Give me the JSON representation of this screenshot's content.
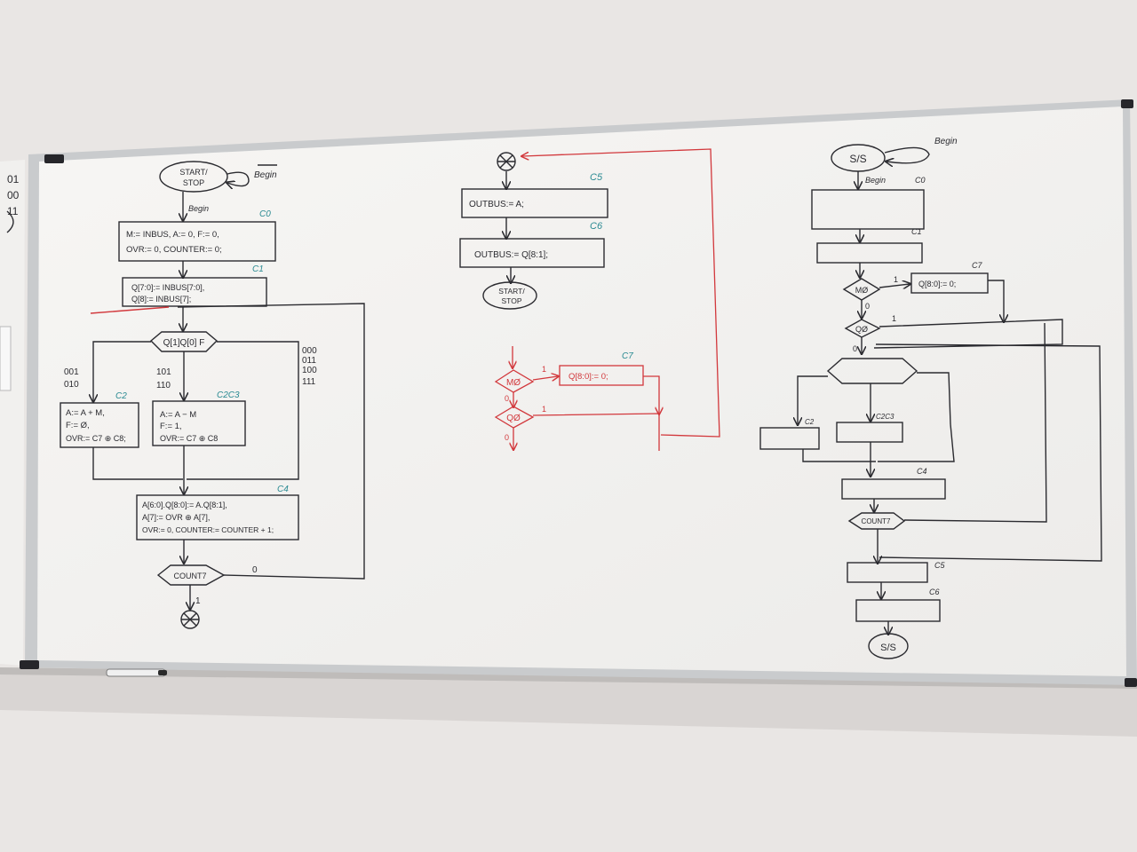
{
  "colors": {
    "ink": "#2b2b30",
    "red_ink": "#d2383c",
    "teal_ink": "#2a8a92",
    "board": "#f4f3f1",
    "wall": "#e9e6e4",
    "frame": "#c9cbcd"
  },
  "left_board_fragment": {
    "lines": [
      "01",
      "00",
      "11"
    ]
  },
  "left_flowchart": {
    "start": {
      "line1": "START/",
      "line2": "STOP"
    },
    "begin_label": "Begin",
    "begin_arrow_label": "Begin",
    "c0": {
      "tag": "C0",
      "line1": "M:= INBUS, A:= 0, F:= 0,",
      "line2": "OVR:= 0, COUNTER:= 0;"
    },
    "c1": {
      "tag": "C1",
      "line1": "Q[7:0]:= INBUS[7:0],",
      "line2": "Q[8]:= INBUS[7];"
    },
    "decision": "Q[1]Q[0] F",
    "codes_left": [
      "001",
      "010"
    ],
    "codes_mid": [
      "101",
      "110"
    ],
    "codes_right": [
      "000",
      "011",
      "100",
      "111"
    ],
    "c2": {
      "tag": "C2",
      "line1": "A:= A + M,",
      "line2": "F:= Ø,",
      "line3": "OVR:= C7 ⊕ C8;"
    },
    "c2c3": {
      "tag": "C2C3",
      "line1": "A:= A − M",
      "line2": "F:= 1,",
      "line3": "OVR:= C7 ⊕ C8"
    },
    "c4": {
      "tag": "C4",
      "line1": "A[6:0].Q[8:0]:= A.Q[8:1],",
      "line2": "A[7]:= OVR ⊕ A[7],",
      "line3": "OVR:= 0, COUNTER:= COUNTER + 1;"
    },
    "count": "COUNT7",
    "count_zero": "0",
    "count_one": "1"
  },
  "middle_flowchart": {
    "c5": {
      "tag": "C5",
      "text": "OUTBUS:= A;"
    },
    "c6": {
      "tag": "C6",
      "text": "OUTBUS:= Q[8:1];"
    },
    "stop": {
      "line1": "START/",
      "line2": "STOP"
    }
  },
  "red_fragment": {
    "m0": "MØ",
    "q0": "QØ",
    "box": "Q[8:0]:= 0;",
    "tag": "C7",
    "one_a": "1",
    "one_b": "1",
    "zero_a": "0",
    "zero_b": "0"
  },
  "right_flowchart": {
    "start": "S/S",
    "begin_label": "Begin",
    "begin_arrow_label": "Begin",
    "c0": "C0",
    "c1": "C1",
    "m0": "MØ",
    "one_m": "1",
    "zero_m": "0",
    "c7_box": "Q[8:0]:= 0;",
    "c7": "C7",
    "q0": "QØ",
    "one_q": "1",
    "zero_q": "0",
    "c2": "C2",
    "c2c3": "C2C3",
    "c4": "C4",
    "count": "COUNT7",
    "c5": "C5",
    "c6": "C6",
    "end": "S/S"
  }
}
